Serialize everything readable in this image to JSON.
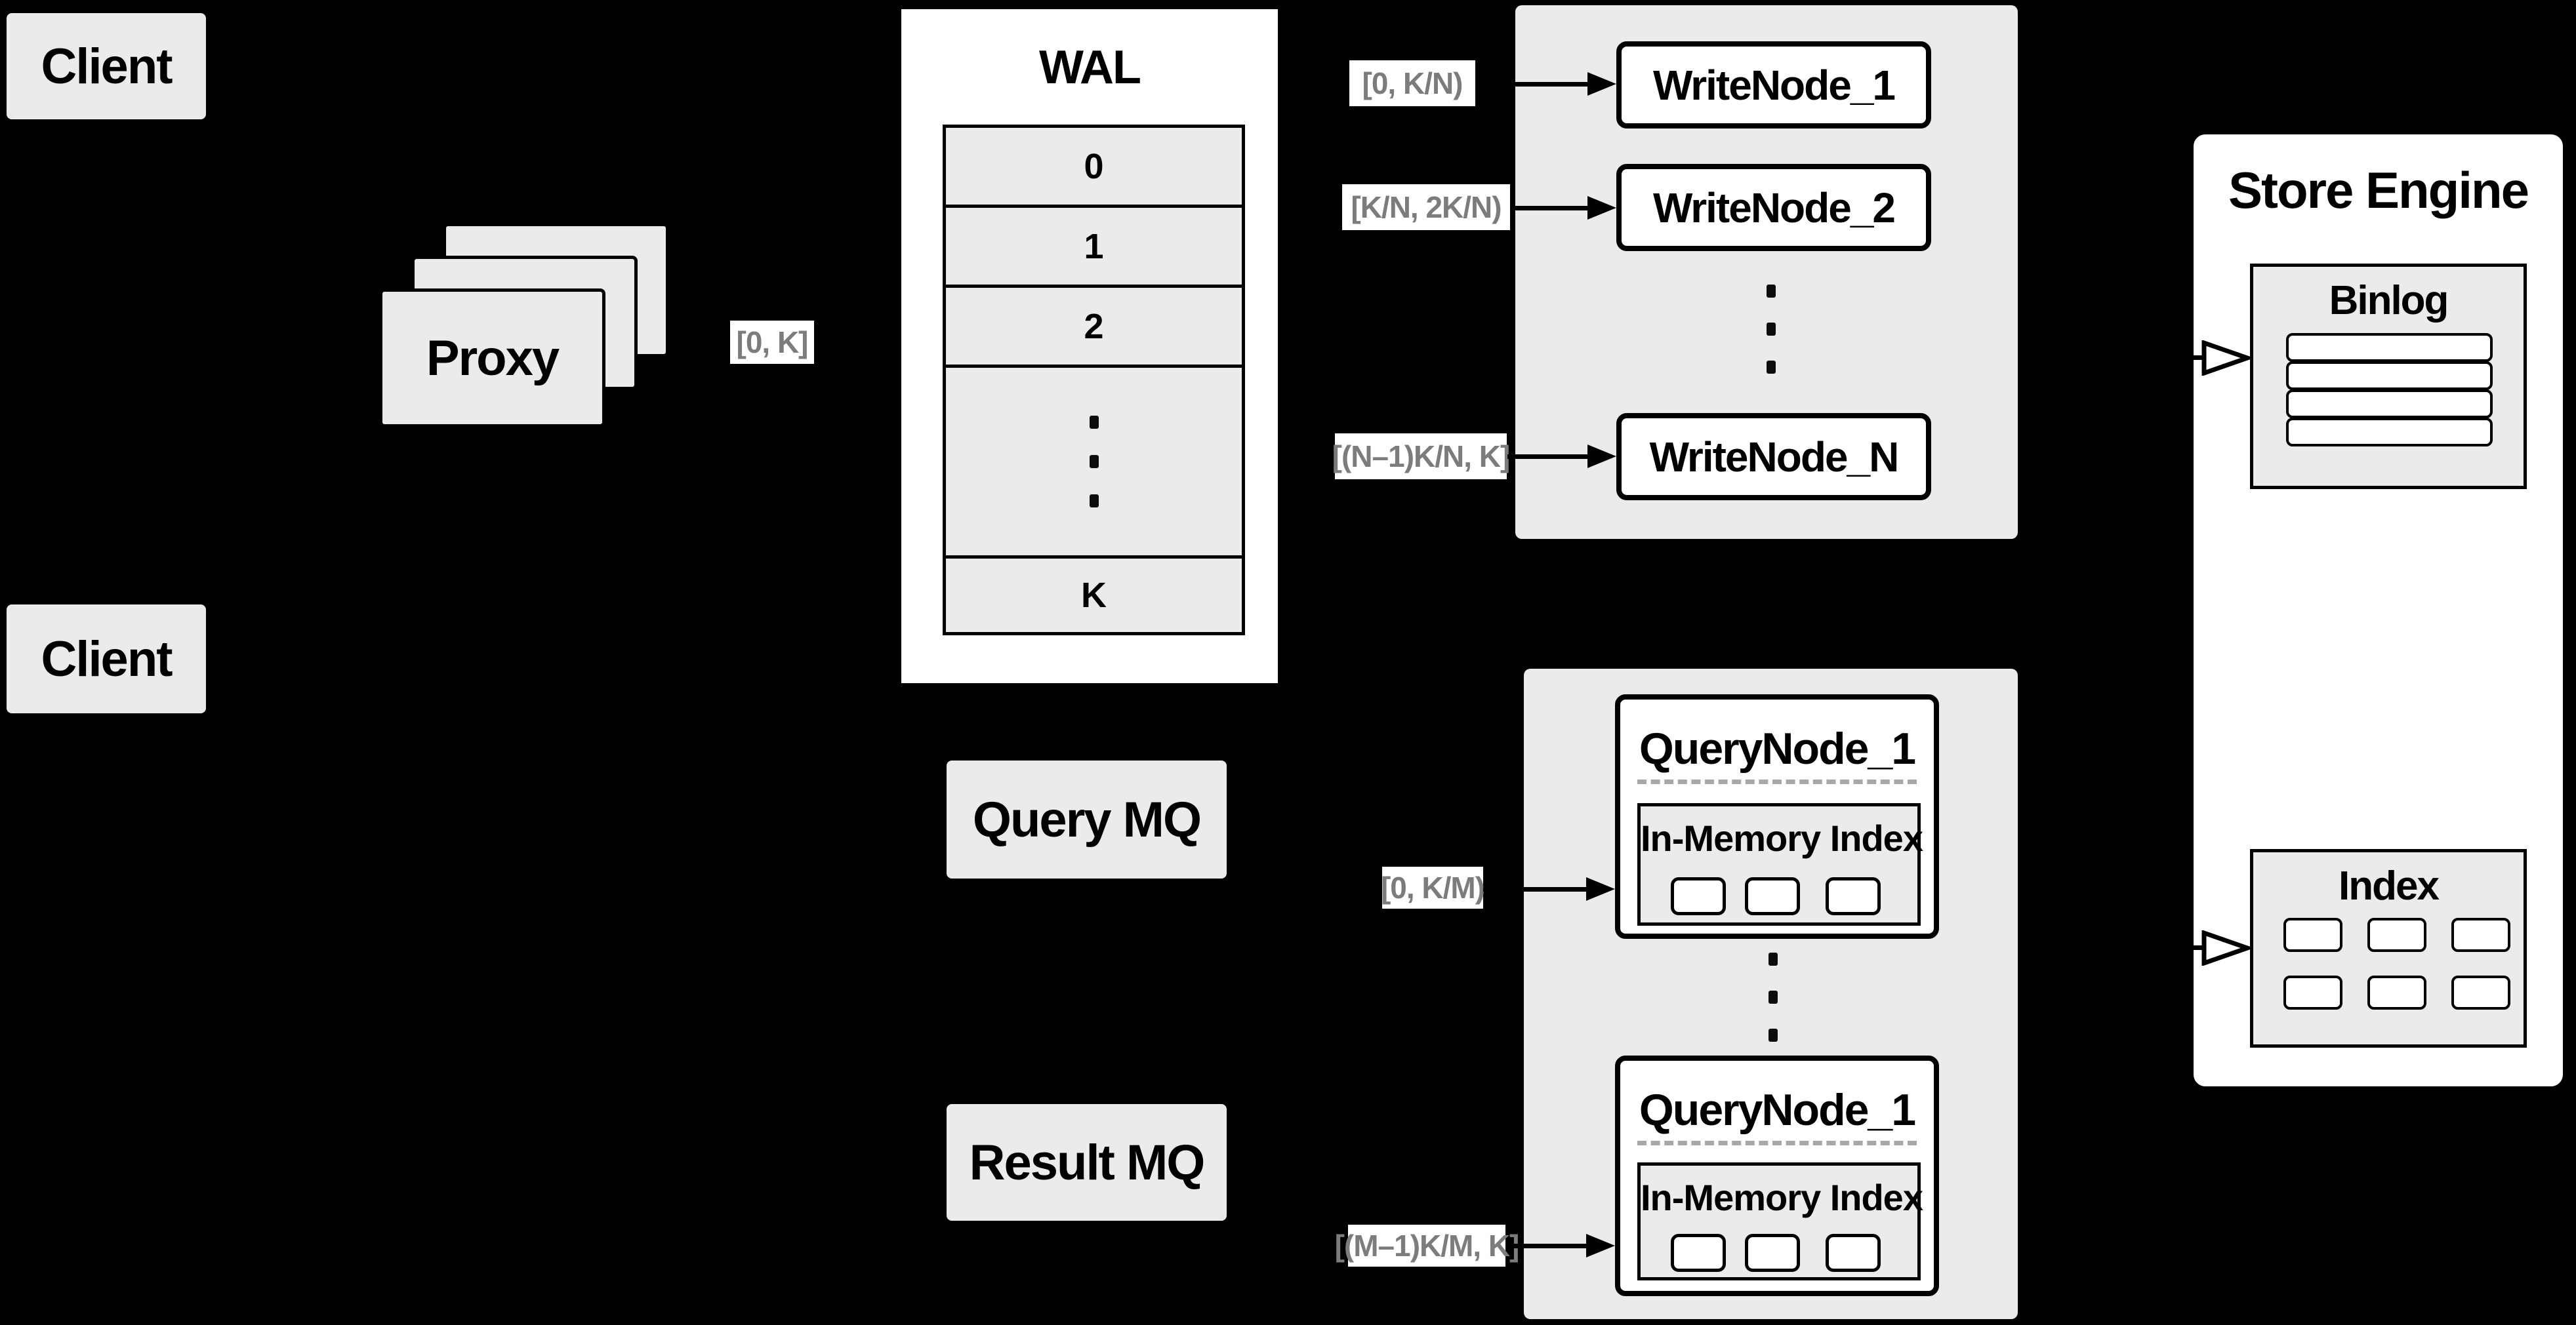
{
  "clients": [
    "Client",
    "Client"
  ],
  "proxy": {
    "label": "Proxy"
  },
  "wal": {
    "title": "WAL",
    "rows": [
      "0",
      "1",
      "2"
    ],
    "k_row": "K"
  },
  "range_labels": {
    "proxy_out": "[0, K]",
    "write": [
      "[0, K/N)",
      "[K/N, 2K/N)",
      "[(N–1)K/N, K]"
    ],
    "query": [
      "[0, K/M)",
      "[(M–1)K/M, K]"
    ]
  },
  "write_nodes": [
    "WriteNode_1",
    "WriteNode_2",
    "WriteNode_N"
  ],
  "mq": {
    "query": "Query MQ",
    "result": "Result MQ"
  },
  "query_nodes": [
    {
      "title": "QueryNode_1",
      "in_memory": "In-Memory Index"
    },
    {
      "title": "QueryNode_1",
      "in_memory": "In-Memory Index"
    }
  ],
  "store_engine": {
    "title": "Store Engine",
    "binlog": "Binlog",
    "index": "Index"
  },
  "colors": {
    "background": "#000000",
    "panel_gray": "#ebebeb",
    "box_white": "#ffffff",
    "line_black": "#000000",
    "label_gray": "#7c7c7c",
    "dash_gray": "#a8a8a8"
  }
}
